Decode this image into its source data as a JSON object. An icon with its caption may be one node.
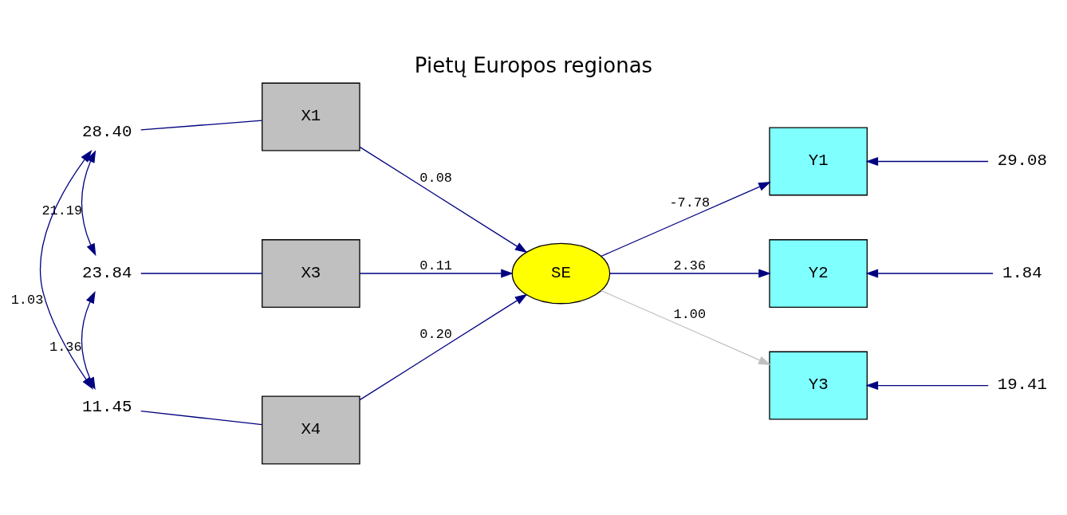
{
  "diagram": {
    "title": "Pietų Europos regionas",
    "nodes": [
      {
        "text": [
          "X1"
        ]
      },
      {
        "text": [
          "X3"
        ]
      },
      {
        "text": [
          "X4"
        ]
      },
      {
        "text": [
          "SE"
        ]
      },
      {
        "text": [
          "Y1"
        ]
      },
      {
        "text": [
          "Y2"
        ]
      },
      {
        "text": [
          "Y3"
        ]
      },
      {
        "text": [
          "28.40"
        ]
      },
      {
        "text": [
          "23.84"
        ]
      },
      {
        "text": [
          "11.45"
        ]
      },
      {
        "text": [
          "29.08"
        ]
      },
      {
        "text": [
          "1.84"
        ]
      },
      {
        "text": [
          "19.41"
        ]
      }
    ],
    "edges": [
      {
        "from": 7,
        "to": 0,
        "arrow": "none"
      },
      {
        "from": 8,
        "to": 1,
        "arrow": "none"
      },
      {
        "from": 9,
        "to": 2,
        "arrow": "none"
      },
      {
        "from": 7,
        "to": 8,
        "arrow": "both",
        "label": "21.19"
      },
      {
        "from": 8,
        "to": 9,
        "arrow": "both",
        "label": "1.36"
      },
      {
        "from": 7,
        "to": 9,
        "arrow": "both",
        "label": "1.03"
      },
      {
        "from": 0,
        "to": 3,
        "arrow": "to",
        "label": "0.08"
      },
      {
        "from": 1,
        "to": 3,
        "arrow": "to",
        "label": "0.11"
      },
      {
        "from": 2,
        "to": 3,
        "arrow": "to",
        "label": "0.20"
      },
      {
        "from": 3,
        "to": 4,
        "arrow": "to",
        "label": "-7.78"
      },
      {
        "from": 3,
        "to": 5,
        "arrow": "to",
        "label": "2.36"
      },
      {
        "from": 3,
        "to": 6,
        "arrow": "to",
        "label": "1.00",
        "color": "#c0c0c0"
      },
      {
        "from": 10,
        "to": 4,
        "arrow": "to"
      },
      {
        "from": 11,
        "to": 5,
        "arrow": "to"
      },
      {
        "from": 12,
        "to": 6,
        "arrow": "to"
      }
    ]
  }
}
